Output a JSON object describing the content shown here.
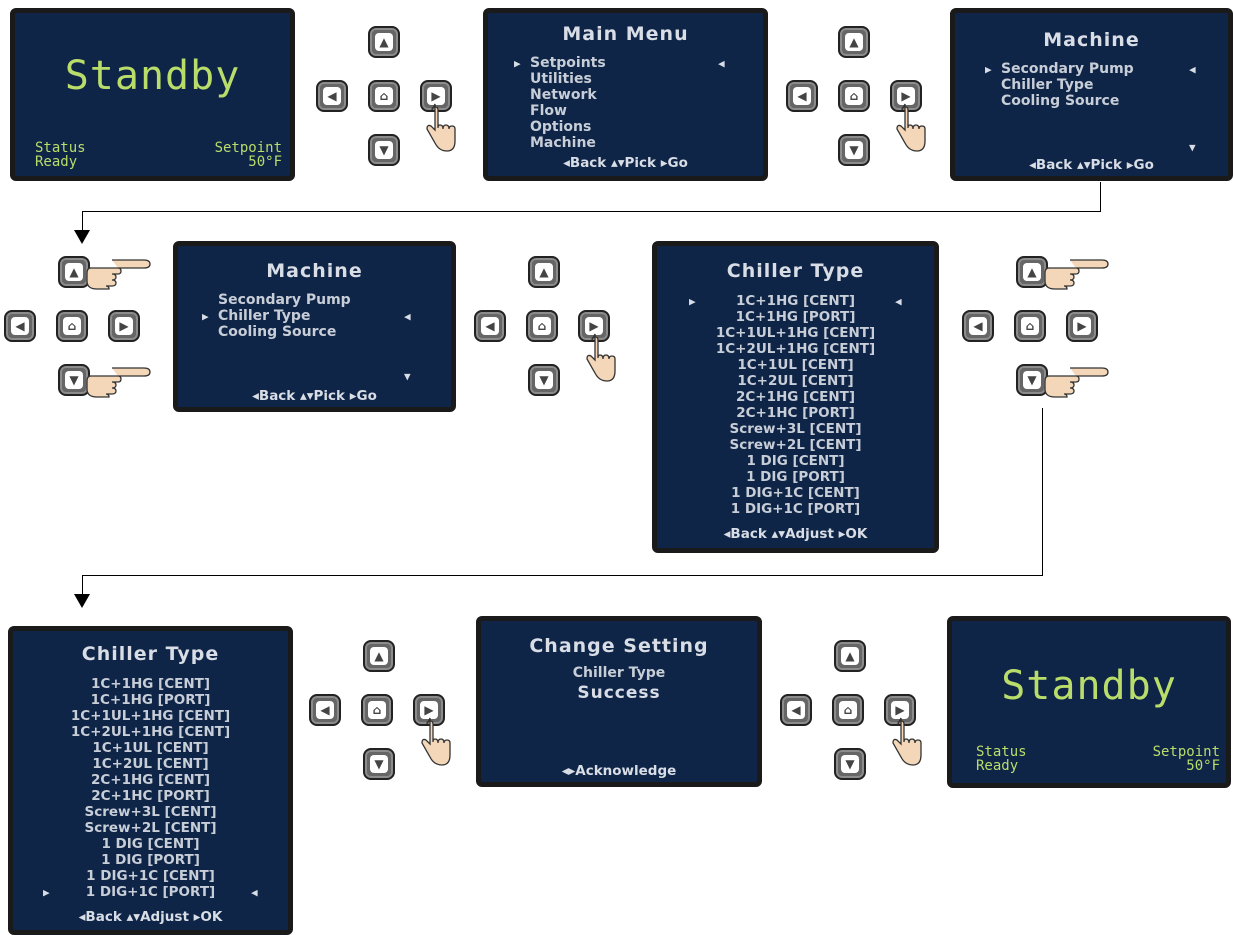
{
  "standby_screen": {
    "title": "Standby",
    "status_label": "Status",
    "status_value": "Ready",
    "setpoint_label": "Setpoint",
    "setpoint_value": "50°F"
  },
  "main_menu": {
    "title": "Main Menu",
    "items": [
      "Setpoints",
      "Utilities",
      "Network",
      "Flow",
      "Options",
      "Machine"
    ],
    "footer": "◂Back ▴▾Pick ▸Go"
  },
  "machine_menu": {
    "title": "Machine",
    "items": [
      "Secondary Pump",
      "Chiller Type",
      "Cooling Source"
    ],
    "footer": "◂Back ▴▾Pick ▸Go"
  },
  "chiller_type_menu": {
    "title": "Chiller Type",
    "items": [
      "1C+1HG [CENT]",
      "1C+1HG [PORT]",
      "1C+1UL+1HG [CENT]",
      "1C+2UL+1HG [CENT]",
      "1C+1UL [CENT]",
      "1C+2UL [CENT]",
      "2C+1HG [CENT]",
      "2C+1HC [PORT]",
      "Screw+3L [CENT]",
      "Screw+2L [CENT]",
      "1 DIG [CENT]",
      "1 DIG [PORT]",
      "1 DIG+1C [CENT]",
      "1 DIG+1C [PORT]"
    ],
    "footer": "◂Back ▴▾Adjust ▸OK"
  },
  "change_setting": {
    "title": "Change Setting",
    "subtitle": "Chiller Type",
    "result": "Success",
    "footer": "◂▸Acknowledge"
  },
  "keypad_icons": {
    "up": "up-key-icon",
    "down": "down-key-icon",
    "left": "back-key-icon",
    "home": "home-key-icon",
    "right": "enter-key-icon",
    "hand": "pointing-hand-icon"
  },
  "colors": {
    "screen_bg": "#0f2547",
    "screen_text": "#d8dde6",
    "standby_green": "#b9dd6a",
    "key_gray": "#666666"
  }
}
